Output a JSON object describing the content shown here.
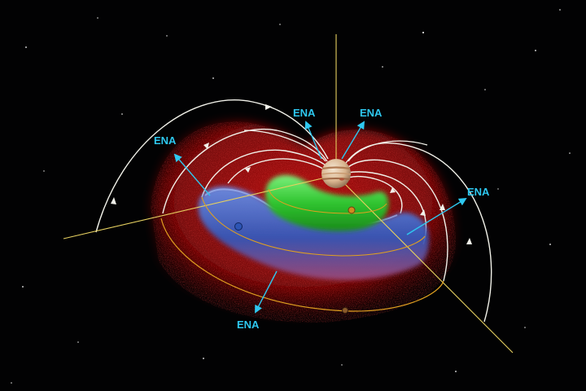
{
  "labels": {
    "ena_1": "ENA",
    "ena_2": "ENA",
    "ena_3": "ENA",
    "ena_4": "ENA",
    "ena_5": "ENA"
  },
  "colors": {
    "background": "#020203",
    "outer_torus": "#b40a0a",
    "middle_torus": "#3a5fc0",
    "inner_torus": "#3cd23c",
    "field_lines": "#f2f2ea",
    "orbit_lines": "#e0a020",
    "axis_lines": "#e6d060",
    "ena_arrows": "#2ec8f0"
  },
  "icons": {
    "planet": "jupiter-icon",
    "moons": "moon-dot-icon",
    "stars": "star-icon"
  }
}
